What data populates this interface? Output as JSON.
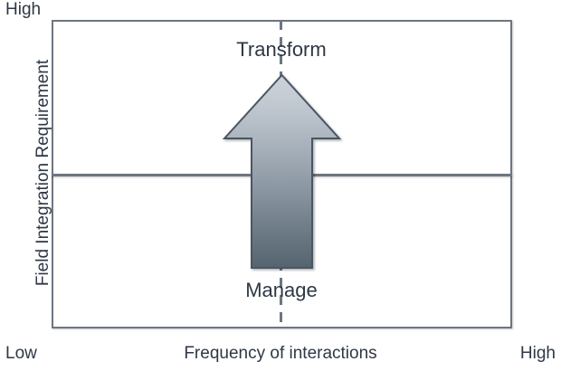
{
  "diagram": {
    "title_visible": false,
    "type": "2x2-quadrant-matrix-with-arrow",
    "axes": {
      "y": {
        "title": "Field Integration Requirement",
        "high_label": "High",
        "low_label": "Low",
        "orientation": "vertical-rotated-ccw"
      },
      "x": {
        "title": "Frequency of interactions",
        "low_label": "Low",
        "high_label": "High",
        "orientation": "horizontal"
      }
    },
    "arrow": {
      "name": "upward-transformation-arrow",
      "direction": "up",
      "top_label": "Transform",
      "bottom_label": "Manage",
      "gradient_top_color": "#c6ccd4",
      "gradient_bottom_color": "#56656f",
      "outline_color": "#4a5663"
    },
    "dividers": {
      "horizontal_color": "#6d7681",
      "vertical_color": "#6d7681",
      "vertical_style": "dashed",
      "horizontal_style": "solid"
    },
    "frame": {
      "border_color": "#6d7681",
      "background_color": "#ffffff"
    },
    "text_color": "#2e3845"
  },
  "chart_data": {
    "type": "scatter",
    "title": "",
    "xlabel": "Frequency of interactions",
    "ylabel": "Field Integration Requirement",
    "x_tick_labels": [
      "Low",
      "High"
    ],
    "y_tick_labels": [
      "Low",
      "High"
    ],
    "grid": false,
    "legend": "none",
    "annotations": [
      {
        "text": "Transform",
        "position": "top-center",
        "meaning": "high field integration requirement quadrant"
      },
      {
        "text": "Manage",
        "position": "bottom-center",
        "meaning": "low field integration requirement quadrant"
      }
    ],
    "series": [
      {
        "name": "transformation-arrow",
        "type": "arrow",
        "from": {
          "x": "mid",
          "y": "low"
        },
        "to": {
          "x": "mid",
          "y": "high"
        }
      }
    ]
  }
}
